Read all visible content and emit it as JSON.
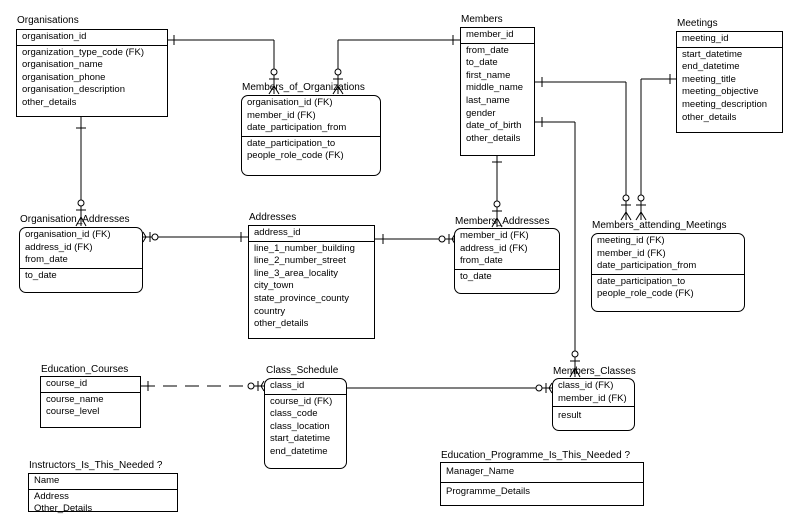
{
  "entities": {
    "organisations": {
      "title": "Organisations",
      "keys": [
        "organisation_id"
      ],
      "attrs": [
        "organization_type_code (FK)",
        "organisation_name",
        "organisation_phone",
        "organisation_description",
        "other_details"
      ]
    },
    "members_of_organizations": {
      "title": "Members_of_Organizations",
      "keys": [
        "organisation_id (FK)",
        "member_id (FK)",
        "date_participation_from"
      ],
      "attrs": [
        "date_participation_to",
        "people_role_code (FK)"
      ]
    },
    "members": {
      "title": "Members",
      "keys": [
        "member_id"
      ],
      "attrs": [
        "from_date",
        "to_date",
        "first_name",
        "middle_name",
        "last_name",
        "gender",
        "date_of_birth",
        "other_details"
      ]
    },
    "meetings": {
      "title": "Meetings",
      "keys": [
        "meeting_id"
      ],
      "attrs": [
        "start_datetime",
        "end_datetime",
        "meeting_title",
        "meeting_objective",
        "meeting_description",
        "other_details"
      ]
    },
    "organisation_addresses": {
      "title": "Organisation_Addresses",
      "keys": [
        "organisation_id (FK)",
        "address_id (FK)",
        "from_date"
      ],
      "attrs": [
        "to_date"
      ]
    },
    "addresses": {
      "title": "Addresses",
      "keys": [
        "address_id"
      ],
      "attrs": [
        "line_1_number_building",
        "line_2_number_street",
        "line_3_area_locality",
        "city_town",
        "state_province_county",
        "country",
        "other_details"
      ]
    },
    "members_addresses": {
      "title": "Members_Addresses",
      "keys": [
        "member_id (FK)",
        "address_id (FK)",
        "from_date"
      ],
      "attrs": [
        "to_date"
      ]
    },
    "members_attending_meetings": {
      "title": "Members_attending_Meetings",
      "keys": [
        "meeting_id (FK)",
        "member_id (FK)",
        "date_participation_from"
      ],
      "attrs": [
        "date_participation_to",
        "people_role_code (FK)"
      ]
    },
    "education_courses": {
      "title": "Education_Courses",
      "keys": [
        "course_id"
      ],
      "attrs": [
        "course_name",
        "course_level"
      ]
    },
    "class_schedule": {
      "title": "Class_Schedule",
      "keys": [
        "class_id"
      ],
      "attrs": [
        "course_id (FK)",
        "class_code",
        "class_location",
        "start_datetime",
        "end_datetime"
      ]
    },
    "members_classes": {
      "title": "Members_Classes",
      "keys": [
        "class_id (FK)",
        "member_id (FK)"
      ],
      "attrs": [
        "result"
      ]
    },
    "instructors": {
      "title": "Instructors_Is_This_Needed ?",
      "keys": [
        "Name"
      ],
      "attrs": [
        "Address",
        "Other_Details"
      ]
    },
    "education_programme": {
      "title": "Education_Programme_Is_This_Needed ?",
      "keys": [
        "Manager_Name"
      ],
      "attrs": [
        "Programme_Details"
      ]
    }
  }
}
